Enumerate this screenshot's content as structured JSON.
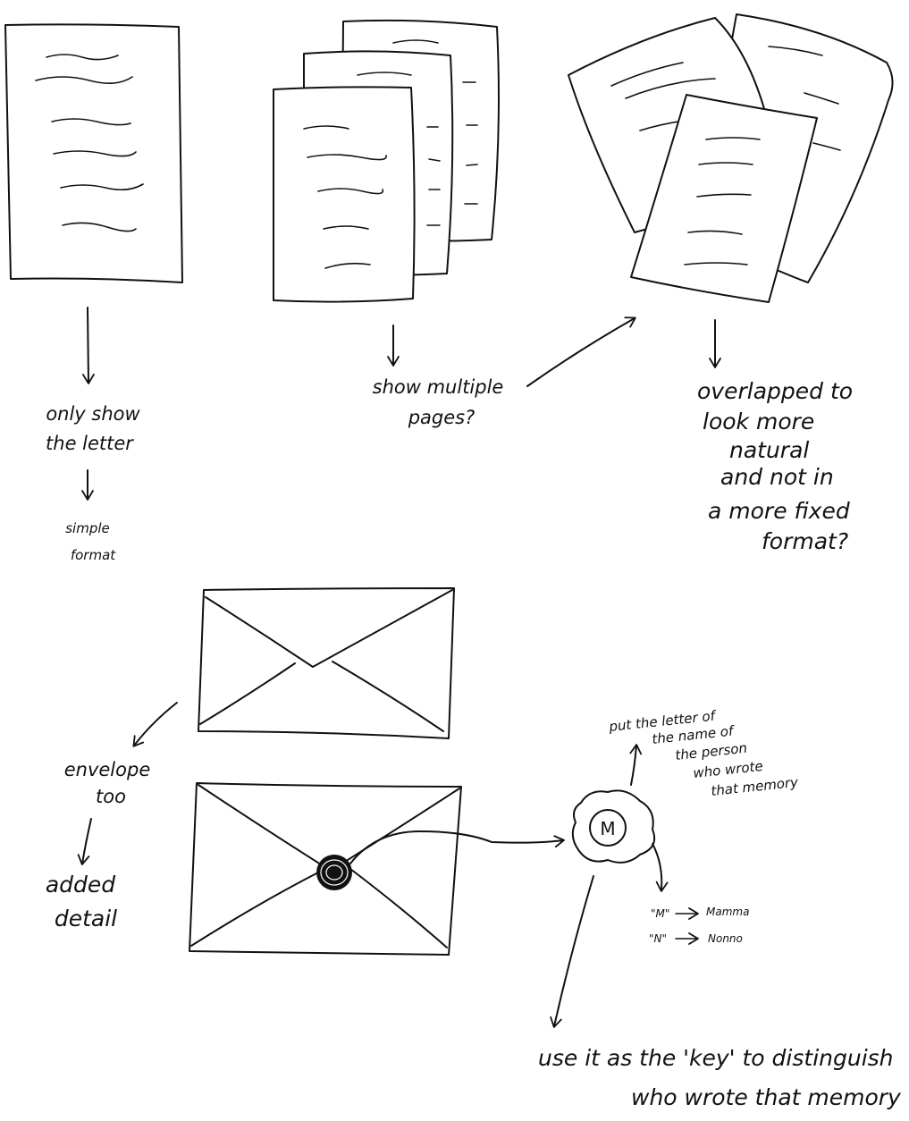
{
  "notes": {
    "single_letter": [
      "only show",
      "the letter"
    ],
    "single_result": [
      "simple",
      "format"
    ],
    "multi_pages": [
      "show multiple",
      "pages?"
    ],
    "overlapped": [
      "overlapped to",
      "look more",
      "natural",
      "and not in",
      "a more fixed",
      "format?"
    ],
    "envelope": [
      "envelope",
      "too"
    ],
    "envelope_result": [
      "added",
      "detail"
    ],
    "seal_letter": "M",
    "seal_instruction": [
      "put the letter of",
      "the name of",
      "the person",
      "who wrote",
      "that memory"
    ],
    "key_m_code": "\"M\"",
    "key_m_name": "Mamma",
    "key_n_code": "\"N\"",
    "key_n_name": "Nonno",
    "key_usage": [
      "use it as the 'key' to distinguish",
      "who wrote that memory"
    ]
  },
  "colors": {
    "ink": "#111111",
    "paper": "#ffffff"
  }
}
